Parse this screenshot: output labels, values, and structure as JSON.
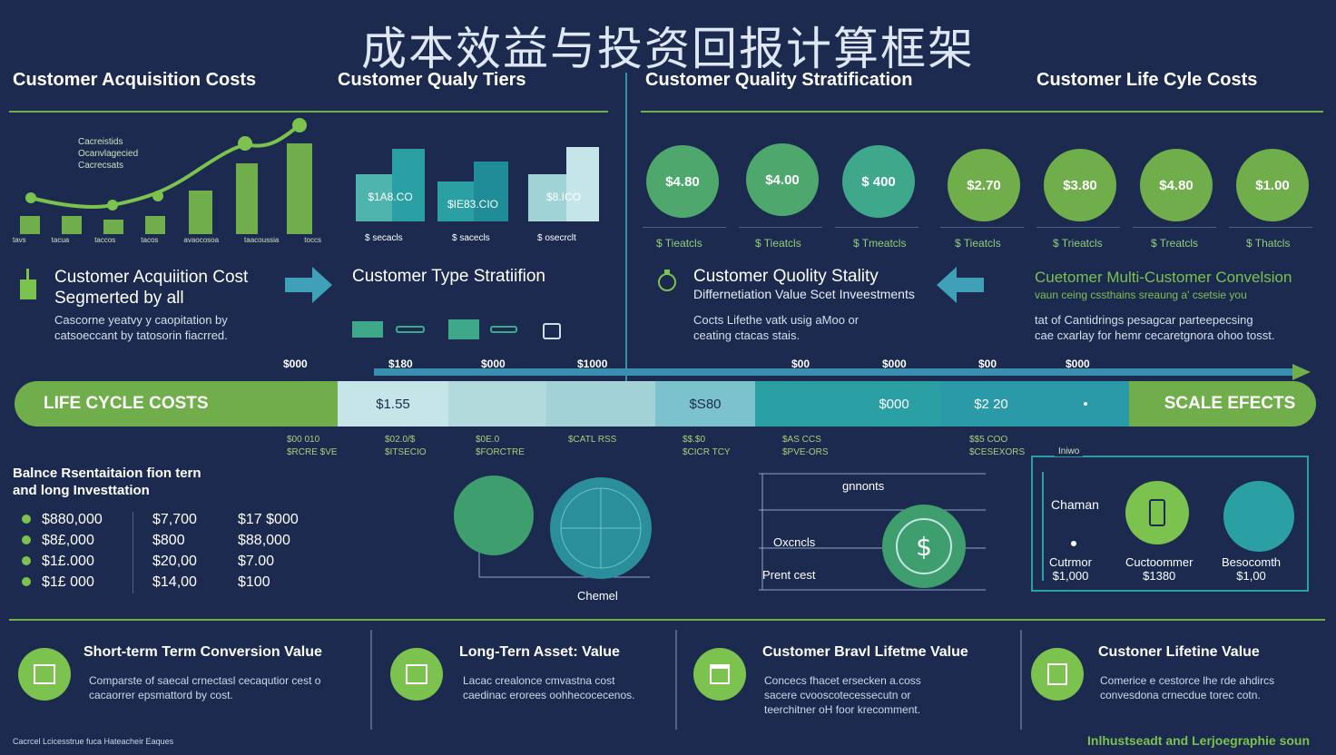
{
  "title": "成本效益与投资回报计算框架",
  "headers": {
    "acq": "Customer Acquisition Costs",
    "tiers": "Customer Qualy Tiers",
    "strat": "Customer Quality Stratification",
    "life": "Customer Life Cyle Costs"
  },
  "acq_chart": {
    "legend": [
      "Cacreistids",
      "Ocanvlagecied",
      "Cacrecsats"
    ],
    "labels": [
      "tavs",
      "tacua",
      "taccos",
      "tacos",
      "avaocosoa",
      "taacoussia",
      "toccs"
    ]
  },
  "tiers": [
    {
      "value": "$1A8.CO",
      "caption": "$ secacls"
    },
    {
      "value": "$IE83.CIO",
      "caption": "$ sacecls"
    },
    {
      "value": "$8.ICO",
      "caption": "$ osecrclt"
    }
  ],
  "circles": [
    {
      "value": "$4.80",
      "caption": "$ Tieatcls"
    },
    {
      "value": "$4.00",
      "caption": "$ Tieatcls"
    },
    {
      "value": "$ 400",
      "caption": "$ Tmeatcls"
    },
    {
      "value": "$2.70",
      "caption": "$ Tieatcls"
    },
    {
      "value": "$3.80",
      "caption": "$ Trieatcls"
    },
    {
      "value": "$4.80",
      "caption": "$ Treatcls"
    },
    {
      "value": "$1.00",
      "caption": "$ Thatcls"
    }
  ],
  "mid": {
    "acq_title": "Customer Acquiition Cost",
    "acq_title2": "Segmerted by all",
    "acq_text1": "Cascorne yeatvy y caopitation by",
    "acq_text2": "catsoeccant by tatosorin fiacrred.",
    "type_title": "Customer Type Stratiifion",
    "qual_title": "Customer Quolity Stality",
    "qual_sub": "Differnetiation Value Scet Inveestments",
    "qual_text1": "Cocts Lifethe vatk usig  aMoo or",
    "qual_text2": "ceating ctacas stais.",
    "multi_title": "Cuetomer Multi-Customer Convelsion",
    "multi_sub": "vaun ceing cssthains sreaung a' csetsie you",
    "multi_text1": "tat of Cantidrings pesagcar parteepecsing",
    "multi_text2": "cae cxarlay for hemr cecaretgnora ohoo tosst."
  },
  "band": {
    "left_label": "LIFE CYCLE COSTS",
    "right_label": "SCALE EFECTS",
    "segments": [
      "$1.55",
      "",
      "",
      "$S80",
      "",
      "$000",
      "$2 20",
      "•"
    ],
    "top_ticks": [
      "$000",
      "$180",
      "$000",
      "$1000",
      "$00",
      "$000",
      "$00",
      "$000"
    ],
    "bottom_ticks": [
      [
        "$00 010",
        "$RCRE $VE"
      ],
      [
        "$02.0/$",
        "$ITSECIO"
      ],
      [
        "$0E.0",
        "$FORCTRE"
      ],
      [
        "$CATL RSS",
        ""
      ],
      [
        "$$.$0",
        "$CICR TCY"
      ],
      [
        "$AS CCS",
        "$PVE-ORS"
      ],
      [
        "$$5 COO",
        "$CESEXORS"
      ]
    ]
  },
  "balance": {
    "title1": "Balnce Rsentaitaion fion tern",
    "title2": "and long Investtation",
    "rows": [
      [
        "$880,000",
        "$7,700",
        "$17 $000"
      ],
      [
        "$8£,000",
        "$800",
        "$88,000"
      ],
      [
        "$1£.000",
        "$20,00",
        "$7.00"
      ],
      [
        "$1£ 000",
        "$14,00",
        "$100"
      ]
    ]
  },
  "center_diagram": {
    "label": "Chemel"
  },
  "right_diagram": {
    "rows": [
      "gnnonts",
      "Oxcncls",
      "Prent cest"
    ]
  },
  "panel": {
    "tag": "Iniwo",
    "left_label": "Chaman",
    "items": [
      {
        "name": "Cutrmor",
        "value": "$1,000"
      },
      {
        "name": "Cuctoommer",
        "value": "$1380"
      },
      {
        "name": "Besocomth",
        "value": "$1,00"
      }
    ]
  },
  "footer": [
    {
      "title": "Short-term Term Conversion Value",
      "text1": "Comparste of saecal crnectasl cecaqutior cest o",
      "text2": "cacaorrer epsmattord by cost."
    },
    {
      "title": "Long-Tern Asset: Value",
      "text1": "Lacac crealonce cmvastna cost",
      "text2": "caedinac erorees oohhecocecenos."
    },
    {
      "title": "Customer Bravl Lifetme Value",
      "text1": "Concecs fhacet ersecken a.coss",
      "text2": "sacere cvooscotecessecutn or",
      "text3": "teerchitner oH foor krecomment."
    },
    {
      "title": "Custoner Lifetine Value",
      "text1": "Comerice e cestorce lhe rde ahdircs",
      "text2": "convesdona crnecdue torec cotn."
    }
  ],
  "footnote_left": "Cacrcel Lcicesstrue fuca Hateacheir Eaques",
  "footnote_right": "Inlhustseadt and Lerjoegraphie soun",
  "colors": {
    "bg": "#1b2a4e",
    "green": "#7cc24e",
    "teal": "#2aa0a4",
    "accent": "#6fae4a"
  }
}
